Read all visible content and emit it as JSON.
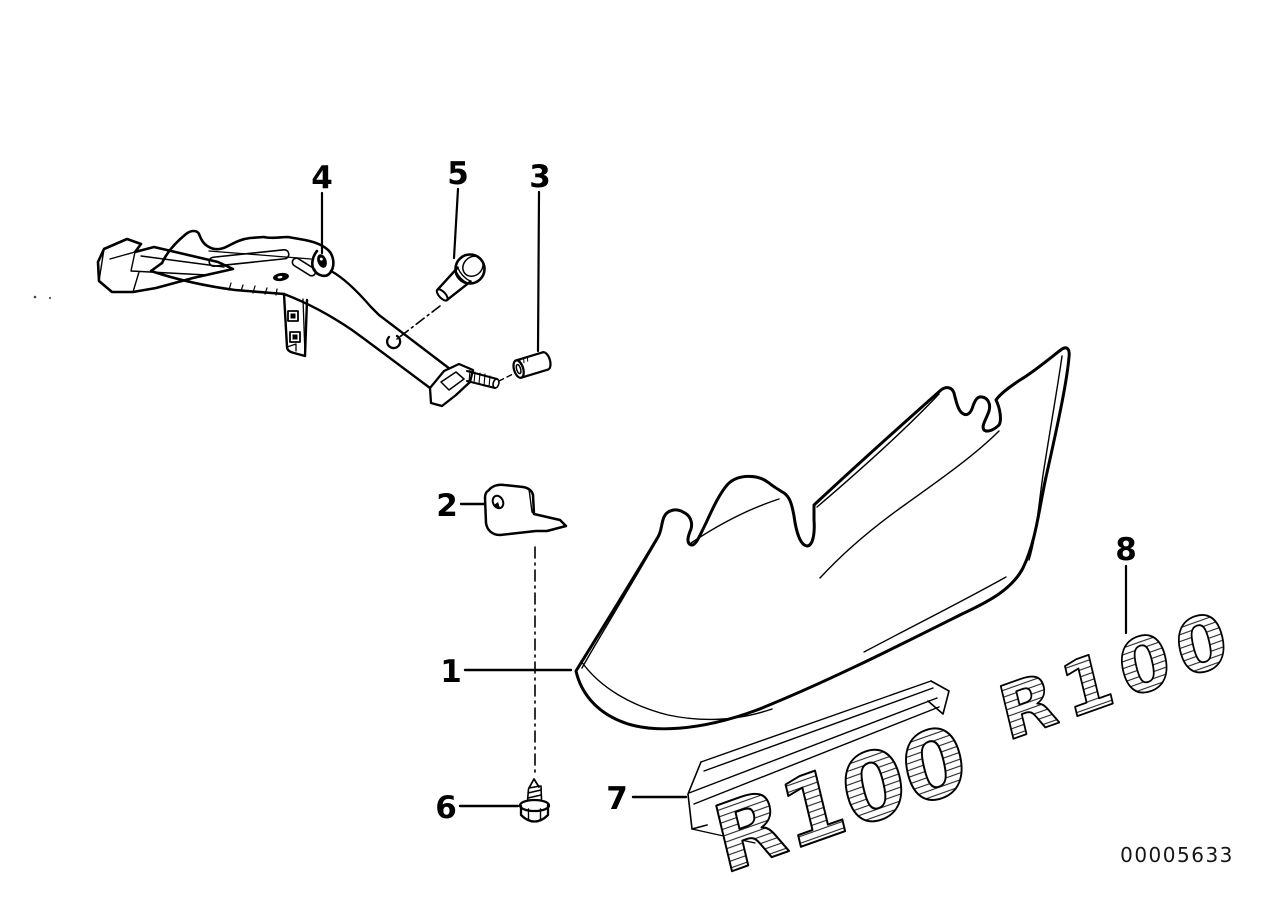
{
  "diagram": {
    "id_number": "00005633",
    "decals": {
      "large_text": "R100",
      "small_text": "R100"
    },
    "callouts": [
      {
        "label": "1"
      },
      {
        "label": "2"
      },
      {
        "label": "3"
      },
      {
        "label": "4"
      },
      {
        "label": "5"
      },
      {
        "label": "6"
      },
      {
        "label": "7"
      },
      {
        "label": "8"
      }
    ]
  }
}
